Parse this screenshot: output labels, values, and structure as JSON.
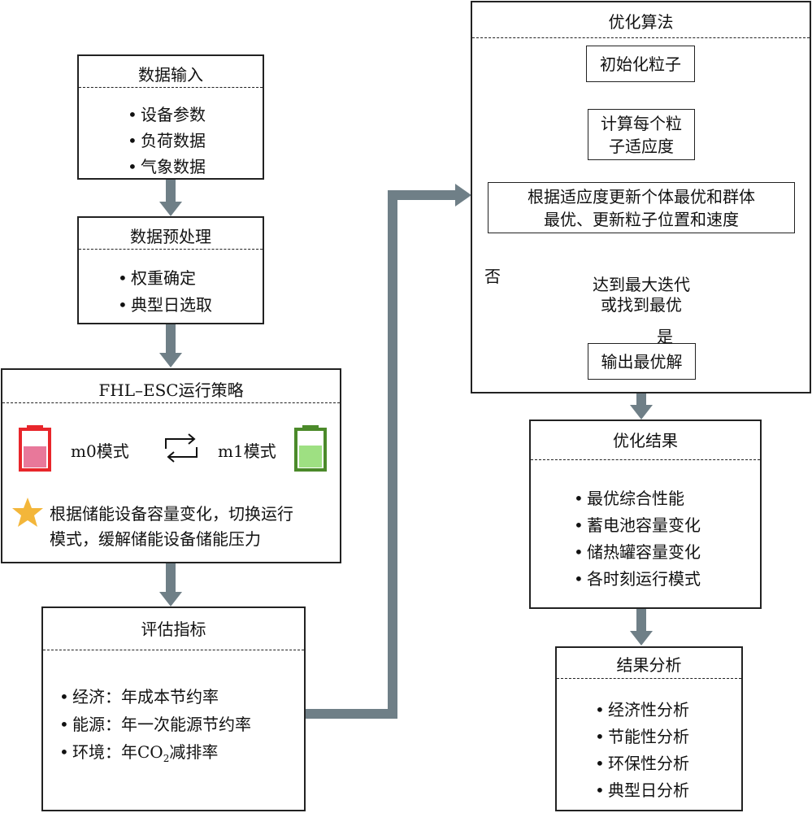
{
  "data_input": {
    "title": "数据输入",
    "items": [
      "设备参数",
      "负荷数据",
      "气象数据"
    ]
  },
  "preprocess": {
    "title": "数据预处理",
    "items": [
      "权重确定",
      "典型日选取"
    ]
  },
  "strategy": {
    "title": "FHL–ESC运行策略",
    "m0_label": "m0模式",
    "m1_label": "m1模式",
    "note_line1": "根据储能设备容量变化，切换运行",
    "note_line2": "模式，缓解储能设备储能压力"
  },
  "evaluation": {
    "title": "评估指标",
    "item1": "经济：年成本节约率",
    "item2": "能源：年一次能源节约率",
    "item3_pre": "环境：年CO",
    "item3_sub": "2",
    "item3_post": "减排率"
  },
  "algorithm": {
    "title": "优化算法",
    "init": "初始化粒子",
    "fitness_line1": "计算每个粒",
    "fitness_line2": "子适应度",
    "update_line1": "根据适应度更新个体最优和群体",
    "update_line2": "最优、更新粒子位置和速度",
    "decision_line1": "达到最大迭代",
    "decision_line2": "或找到最优",
    "no_label": "否",
    "yes_label": "是",
    "output": "输出最优解"
  },
  "results": {
    "title": "优化结果",
    "items": [
      "最优综合性能",
      "蓄电池容量变化",
      "储热罐容量变化",
      "各时刻运行模式"
    ]
  },
  "analysis": {
    "title": "结果分析",
    "items": [
      "经济性分析",
      "节能性分析",
      "环保性分析",
      "典型日分析"
    ]
  },
  "colors": {
    "thick_arrow": "#6f7f87",
    "battery_red": "#e8262b",
    "battery_red_fill": "#e8789a",
    "battery_green": "#4b8a2a",
    "battery_green_fill": "#9ee082",
    "star": "#f3b63a"
  }
}
